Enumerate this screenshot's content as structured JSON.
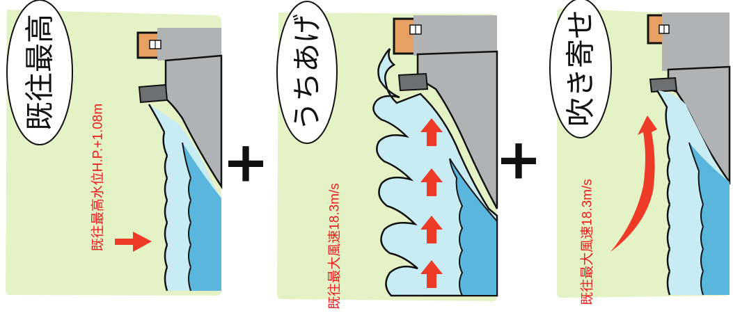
{
  "panels": [
    {
      "title": "既往最高",
      "condition": "既往最高水位H.P.+1.08m"
    },
    {
      "title": "うちあげ",
      "condition": "既往最大風速18.3m/s"
    },
    {
      "title": "吹き寄せ",
      "condition": "既往最大風速18.3m/s"
    }
  ],
  "operators": [
    "+",
    "+"
  ],
  "colors": {
    "background": "#e4f2c6",
    "wall": "#b1b2b4",
    "water_light": "#c8ecf4",
    "water_deep": "#5ab6dc",
    "roof": "#e8a062",
    "arrow": "#ee3b28",
    "outline": "#111111"
  }
}
